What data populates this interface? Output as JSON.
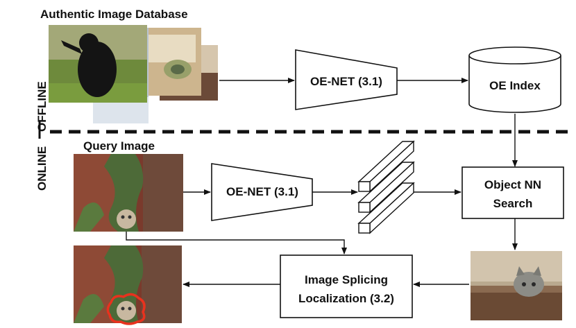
{
  "labels": {
    "database_title": "Authentic Image Database",
    "offline": "OFFLINE",
    "online": "ONLINE",
    "query_title": "Query Image",
    "oe_net_top": "OE-NET (3.1)",
    "oe_index": "OE Index",
    "oe_net_bottom": "OE-NET (3.1)",
    "nn_search_line1": "Object NN",
    "nn_search_line2": "Search",
    "splicing_line1": "Image Splicing",
    "splicing_line2": "Localization (3.2)"
  }
}
